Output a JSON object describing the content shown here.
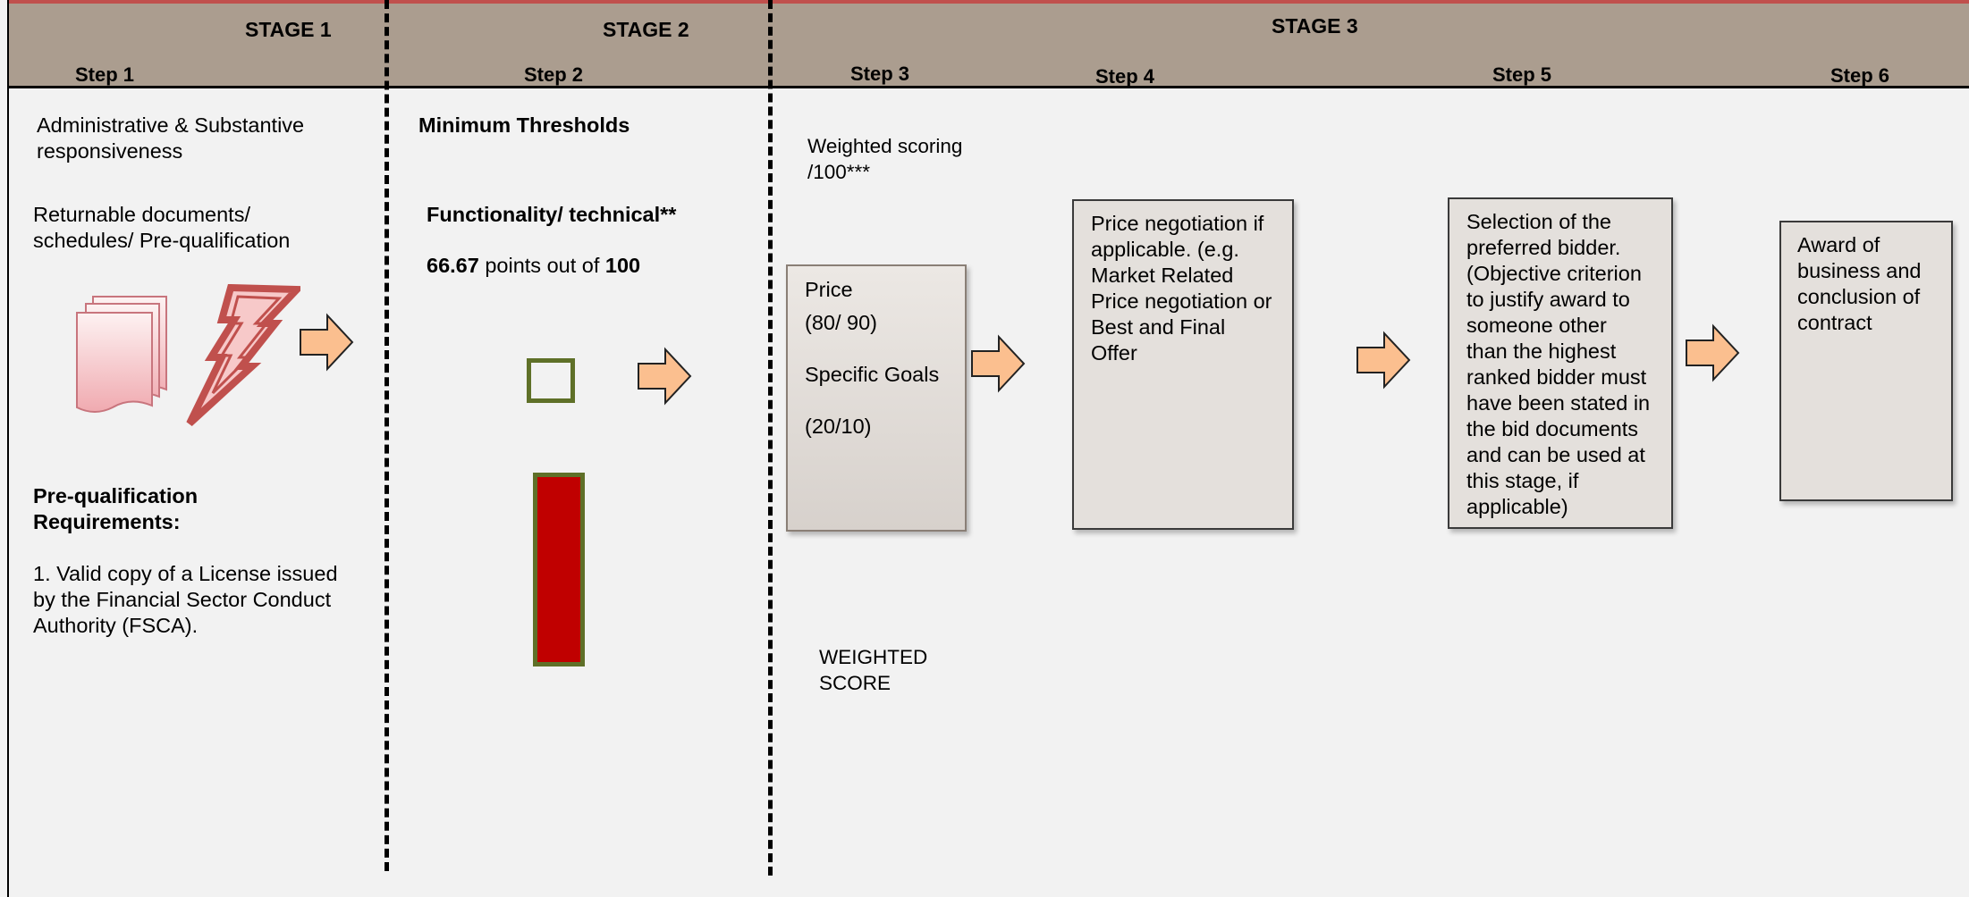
{
  "header": {
    "stages": [
      "STAGE 1",
      "STAGE 2",
      "STAGE 3"
    ],
    "steps": [
      "Step 1",
      "Step 2",
      "Step 3",
      "Step 4",
      "Step 5",
      "Step 6"
    ]
  },
  "stage1": {
    "responsiveness": [
      "Administrative & Substantive",
      "responsiveness"
    ],
    "returnables": [
      "Returnable documents/",
      "schedules/  Pre-qualification"
    ],
    "prequal_heading": [
      "Pre-qualification",
      "Requirements:"
    ],
    "prequal_item": [
      "1. Valid copy of a License issued",
      "by the Financial Sector Conduct",
      "Authority (FSCA)."
    ]
  },
  "stage2": {
    "heading": "Minimum Thresholds",
    "functionality": "Functionality/ technical**",
    "threshold_value": "66.67",
    "threshold_mid": " points out of ",
    "threshold_total": "100"
  },
  "stage3": {
    "weighted_scoring": [
      "Weighted scoring",
      "/100***"
    ],
    "price_box": {
      "price": "Price",
      "price_points": "(80/ 90)",
      "goals": "Specific Goals",
      "goals_points": "(20/10)"
    },
    "weighted_score": [
      "WEIGHTED",
      "SCORE"
    ],
    "step4_box": [
      "Price negotiation if",
      "applicable. (e.g.",
      "Market Related",
      "Price negotiation or",
      "Best and Final",
      "Offer"
    ],
    "step5_box": [
      "Selection of the",
      "preferred bidder.",
      "(Objective criterion",
      "to justify award to",
      "someone other",
      "than the highest",
      "ranked bidder must",
      "have been stated in",
      "the bid documents",
      "and can be used at",
      "this stage, if",
      "applicable)"
    ],
    "step6_box": [
      "Award of",
      "business and",
      "conclusion of",
      "contract"
    ]
  },
  "colors": {
    "header_band": "#ab9d8f",
    "arrow_fill": "#fbbf8f",
    "bar_fill": "#c00000",
    "bar_border": "#5f7028",
    "box_fill": "#e4e0dc"
  },
  "icons": [
    "documents-icon",
    "lightning-icon",
    "arrow-right-icon"
  ]
}
